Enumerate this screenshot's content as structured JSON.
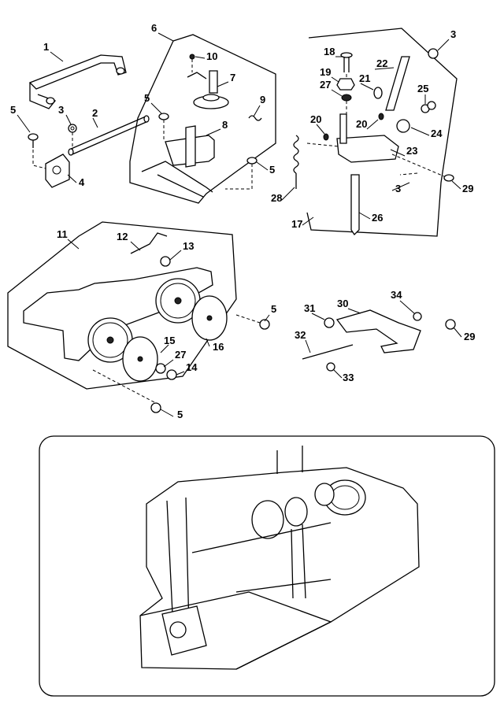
{
  "callouts": {
    "c1": "1",
    "c2": "2",
    "c3a": "3",
    "c4": "4",
    "c5a": "5",
    "c6": "6",
    "c10": "10",
    "c7": "7",
    "c5b": "5",
    "c9": "9",
    "c8": "8",
    "c5c": "5",
    "c3b": "3",
    "c18": "18",
    "c22": "22",
    "c19": "19",
    "c21": "21",
    "c27a": "27",
    "c25": "25",
    "c20a": "20",
    "c20b": "20",
    "c24": "24",
    "c23": "23",
    "c3c": "3",
    "c29a": "29",
    "c28": "28",
    "c26": "26",
    "c17": "17",
    "c11": "11",
    "c12": "12",
    "c13": "13",
    "c5d": "5",
    "c15": "15",
    "c16": "16",
    "c27b": "27",
    "c14": "14",
    "c5e": "5",
    "c31": "31",
    "c30": "30",
    "c34": "34",
    "c29b": "29",
    "c32": "32",
    "c33": "33"
  }
}
